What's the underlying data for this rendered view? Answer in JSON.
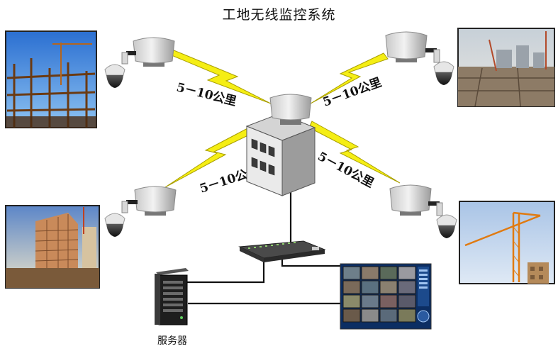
{
  "title": "工地无线监控系统",
  "links": [
    {
      "id": "top-left",
      "label": "5－10公里"
    },
    {
      "id": "top-right",
      "label": "5－10公里"
    },
    {
      "id": "bottom-left",
      "label": "5－10公里"
    },
    {
      "id": "bottom-right",
      "label": "5－10公里"
    }
  ],
  "server_label": "服务器",
  "colors": {
    "bolt_fill": "#f5ee14",
    "bolt_stroke": "#a89e00",
    "cable": "#111111"
  }
}
